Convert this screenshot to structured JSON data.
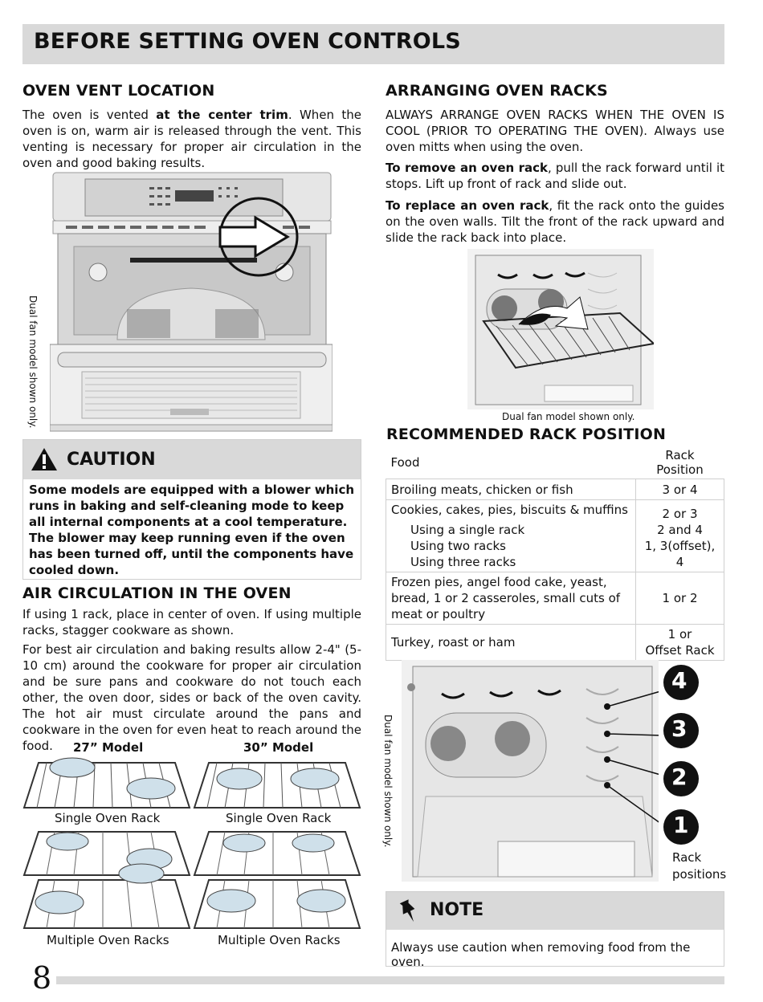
{
  "page_title": "BEFORE SETTING OVEN CONTROLS",
  "vent": {
    "heading": "OVEN VENT LOCATION",
    "p_start": "The oven is vented ",
    "p_bold": "at the center trim",
    "p_end": ". When the oven is on, warm air is released through the vent. This venting is necessary for proper air circulation in the oven and good baking results.",
    "figure_note": "Dual fan model shown only."
  },
  "caution": {
    "icon": "warning-triangle-icon",
    "title": "CAUTION",
    "text": "Some models are equipped with a blower which runs in baking and self-cleaning mode to keep all internal components at a cool temperature. The blower may keep running even if the oven has been turned off, until the components have cooled down."
  },
  "air": {
    "heading": "AIR CIRCULATION IN THE OVEN",
    "p1": "If using 1 rack, place in center of oven. If using multiple racks, stagger cookware as shown.",
    "p2": "For best air circulation and baking results allow 2-4\" (5-10 cm) around  the cookware for proper air circulation and be sure pans and cookware do not touch each other, the oven door, sides or back of the oven cavity. The hot air must circulate around the pans and cookware  in the oven for even heat to reach around the food.",
    "model_27": "27” Model",
    "model_30": "30” Model",
    "single_rack": "Single Oven Rack",
    "multi_rack": "Multiple Oven Racks"
  },
  "arranging": {
    "heading": "ARRANGING OVEN RACKS",
    "p1": "ALWAYS ARRANGE OVEN RACKS WHEN THE OVEN IS COOL (PRIOR TO OPERATING THE OVEN). Always use oven mitts when using the oven.",
    "p2_bold": "To remove an oven rack",
    "p2_rest": ", pull the rack forward until it stops. Lift up front of rack and slide out.",
    "p3_bold": "To replace an oven rack",
    "p3_rest": ", fit the rack onto the guides on the oven walls. Tilt the front of the rack upward and slide the rack back into place.",
    "figure_note": "Dual fan model shown only."
  },
  "recommended": {
    "heading": "RECOMMENDED RACK POSITION",
    "col_food": "Food",
    "col_pos": "Rack Position",
    "r1_food": "Broiling meats, chicken or fish",
    "r1_pos": "3 or 4",
    "r2_food": "Cookies, cakes, pies, biscuits & muffins",
    "r2_sub1": "Using a single rack",
    "r2_sub2": "Using two racks",
    "r2_sub3": "Using three racks",
    "r2_pos1": "2 or 3",
    "r2_pos2": "2 and 4",
    "r2_pos3": "1, 3(offset), 4",
    "r3_food": "Frozen pies, angel food cake, yeast, bread, 1 or 2 casseroles, small cuts of meat or poultry",
    "r3_pos": "1 or 2",
    "r4_food": "Turkey, roast or ham",
    "r4_pos_a": "1 or",
    "r4_pos_b": "Offset Rack",
    "figure_note": "Dual fan model shown only.",
    "positions": [
      "4",
      "3",
      "2",
      "1"
    ],
    "positions_label_a": "Rack",
    "positions_label_b": "positions"
  },
  "note": {
    "icon": "pushpin-icon",
    "title": "NOTE",
    "text": "Always use caution when removing food from the oven."
  },
  "page_number": "8"
}
